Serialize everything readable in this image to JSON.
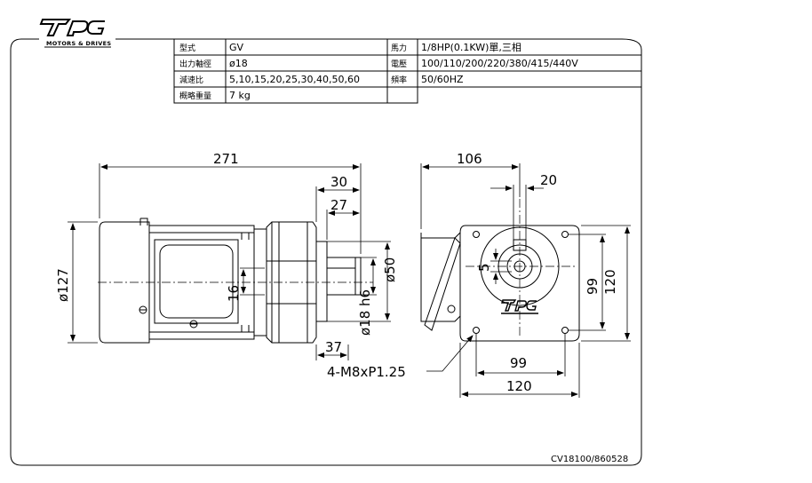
{
  "logo": {
    "letters": "TPG",
    "tagline": "MOTORS & DRIVES"
  },
  "spec_table": {
    "rows": [
      {
        "label": "型式",
        "value": "GV",
        "label2": "馬力",
        "value2": "1/8HP(0.1KW)單,三相"
      },
      {
        "label": "出力軸徑",
        "value": "ø18",
        "label2": "電壓",
        "value2": "100/110/200/220/380/415/440V"
      },
      {
        "label": "減速比",
        "value": "5,10,15,20,25,30,40,50,60",
        "label2": "頻率",
        "value2": "50/60HZ"
      },
      {
        "label": "概略重量",
        "value": "7 kg",
        "label2": "",
        "value2": ""
      }
    ]
  },
  "dimensions": {
    "overall_length": "271",
    "shaft_30": "30",
    "shaft_27": "27",
    "body_dia": "ø127",
    "shaft_dia": "ø18 h6",
    "pilot_dia": "ø50",
    "key_16": "16",
    "flange_37": "37",
    "bolt_callout": "4-M8xP1.25",
    "side_106": "106",
    "key_20": "20",
    "key_5": "5",
    "pcd_99_v": "99",
    "flange_120_v": "120",
    "pcd_99_h": "99",
    "flange_120_h": "120"
  },
  "drawing_code": "CV18100/860528",
  "colors": {
    "ink": "#000000",
    "paper": "#ffffff"
  }
}
